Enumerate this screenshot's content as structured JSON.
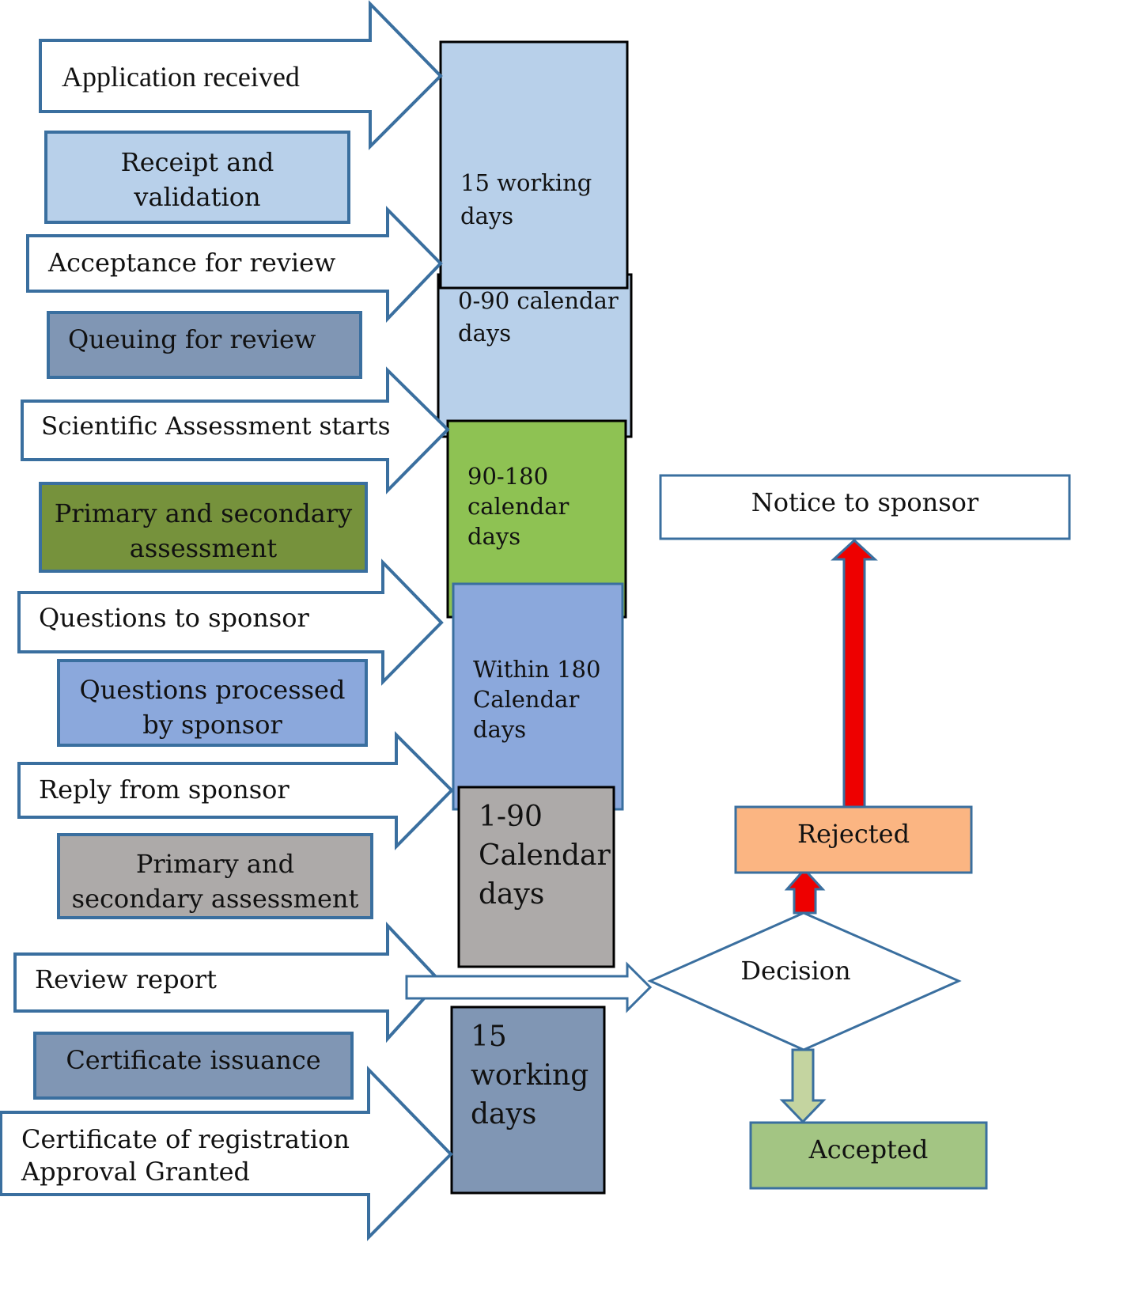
{
  "colors": {
    "outline_blue": "#3a6f9f",
    "light_blue": "#b8d0ea",
    "slate_blue": "#8096b4",
    "olive_green": "#76923c",
    "bright_green": "#8ec253",
    "periwinkle": "#8ba8dc",
    "grey": "#adaaa9",
    "orange": "#fbb582",
    "pale_green": "#a3c583",
    "red": "#ee0000",
    "sage": "#c4d4a0"
  },
  "steps": {
    "application_received": "Application received",
    "receipt_validation": [
      "Receipt and",
      "validation"
    ],
    "acceptance_for_review": "Acceptance for review",
    "queuing_for_review": "Queuing for review",
    "scientific_assessment_starts": "Scientific Assessment starts",
    "primary_secondary_assessment_1": [
      "Primary and secondary",
      "assessment"
    ],
    "questions_to_sponsor": "Questions to sponsor",
    "questions_processed": [
      "Questions processed",
      "by sponsor"
    ],
    "reply_from_sponsor": "Reply from sponsor",
    "primary_secondary_assessment_2": [
      "Primary and",
      "secondary assessment"
    ],
    "review_report": "Review report",
    "certificate_issuance": "Certificate issuance",
    "certificate_of_registration": [
      "Certificate of registration",
      "Approval Granted"
    ]
  },
  "timeline": {
    "t1": [
      "15 working",
      "days"
    ],
    "t2": [
      "0-90 calendar",
      "days"
    ],
    "t3": [
      "90-180",
      "calendar",
      "days"
    ],
    "t4": [
      "Within 180",
      "Calendar",
      "days"
    ],
    "t5": [
      "1-90",
      "Calendar",
      "days"
    ],
    "t6": [
      "15",
      "working",
      "days"
    ]
  },
  "decision": {
    "decision_label": "Decision",
    "rejected_label": "Rejected",
    "accepted_label": "Accepted",
    "notice_label": "Notice to sponsor"
  }
}
